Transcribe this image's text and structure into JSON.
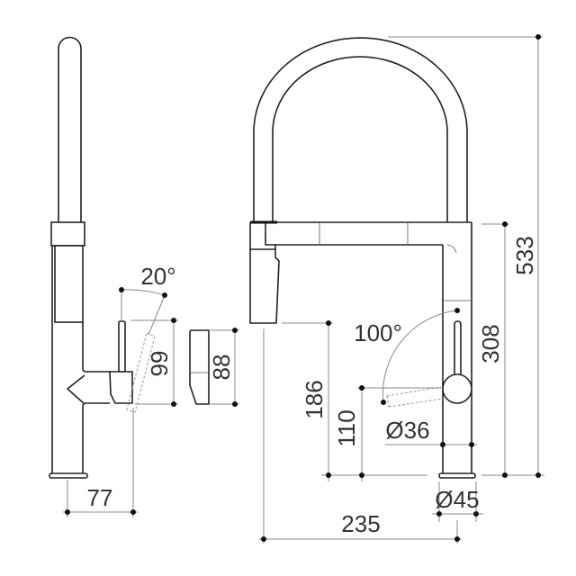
{
  "side_view": {
    "angle_label": "20°",
    "lever_height_label": "99",
    "handle_height_label": "88",
    "reach_label": "77"
  },
  "front_view": {
    "swivel_angle_label": "100°",
    "spout_clearance_label": "186",
    "lever_height_label": "110",
    "body_height_label": "308",
    "total_height_label": "533",
    "body_diameter_label": "Ø36",
    "base_diameter_label": "Ø45",
    "spout_reach_label": "235"
  },
  "colors": {
    "line": "#222222",
    "dimension": "#8a8a8a"
  }
}
